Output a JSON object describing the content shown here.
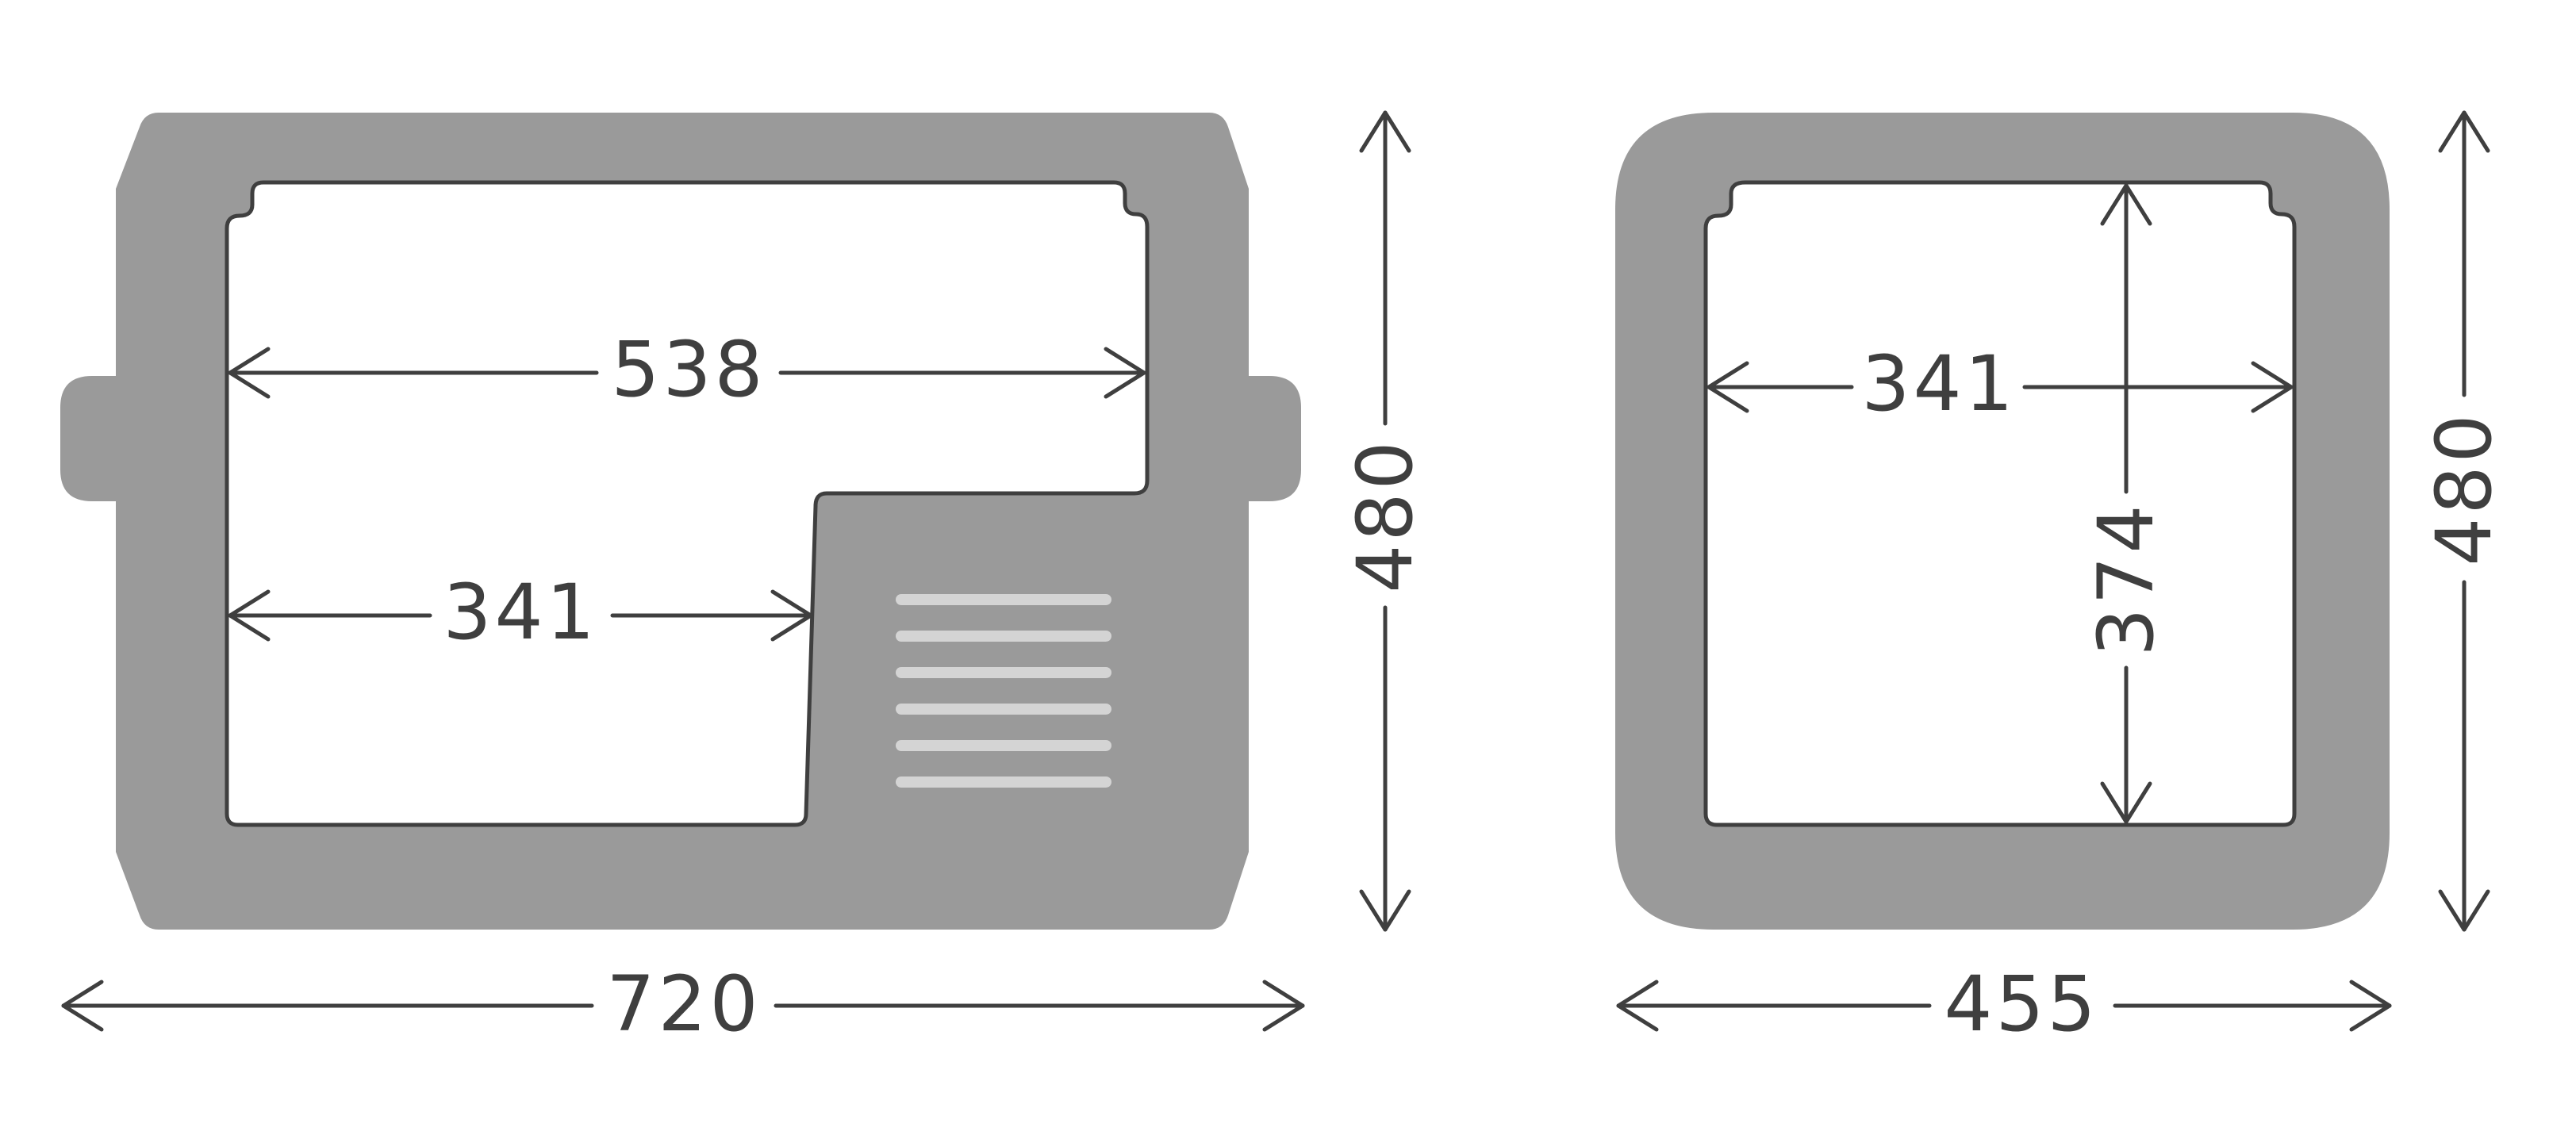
{
  "left_view": {
    "width": "720",
    "height": "480",
    "inner_width": "538",
    "inner_lower_width": "341"
  },
  "right_view": {
    "width": "455",
    "height": "480",
    "inner_width": "341",
    "inner_height": "374"
  },
  "colors": {
    "body": "#9a9a9a",
    "line": "#3f3f3f",
    "vent": "#d4d4d4",
    "background": "#ffffff"
  }
}
